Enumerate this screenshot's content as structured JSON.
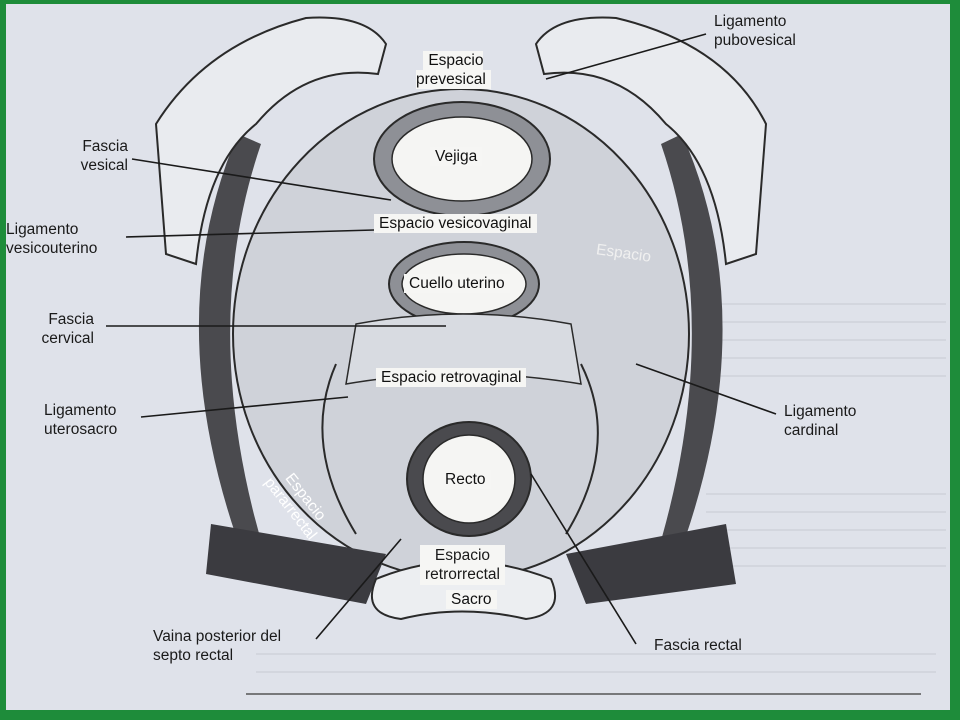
{
  "labels": {
    "espacio_prevesical": "Espacio\nprevesical",
    "vejiga": "Vejiga",
    "espacio_vesicovaginal": "Espacio vesicovaginal",
    "cuello_uterino": "Cuello uterino",
    "espacio_retrovaginal": "Espacio retrovaginal",
    "recto": "Recto",
    "espacio_retrorrectal": "Espacio\nretrorrectal",
    "sacro": "Sacro",
    "espacio_pararrectal": "Espacio\npararrectal",
    "espacio_lateral_faded": "Espacio",
    "ligamento_pubovesical": "Ligamento\npubovesical",
    "fascia_vesical": "Fascia\nvesical",
    "ligamento_vesicouterino": "Ligamento\nvesicouterino",
    "fascia_cervical": "Fascia\ncervical",
    "ligamento_uterosacro": "Ligamento\nuterosacro",
    "ligamento_cardinal": "Ligamento\ncardinal",
    "vaina_posterior": "Vaina posterior del\nsepto rectal",
    "fascia_rectal": "Fascia rectal"
  },
  "colors": {
    "frame": "#1e8c3a",
    "page": "#dfe2ea",
    "line": "#1a1a1a",
    "tissue": "#c9ccd3",
    "dark_tissue": "#3a3a3e"
  }
}
